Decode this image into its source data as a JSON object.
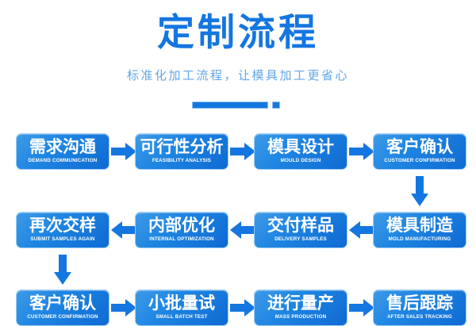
{
  "header": {
    "title": "定制流程",
    "subtitle": "标准化加工流程，让模具加工更省心",
    "accent_color": "#1476e0",
    "subtitle_color": "#5fa6e8",
    "divider": {
      "bar_name": "divider-bar",
      "dot_name": "divider-dot"
    }
  },
  "theme": {
    "box_gradient_start": "#3d9ae8",
    "box_gradient_end": "#0f6ad3",
    "box_border": "#9ecdf2",
    "arrow_color": "#1476e0",
    "background": "#ffffff",
    "text_color": "#ffffff"
  },
  "flow": {
    "rows": [
      {
        "direction": "right",
        "nodes": [
          {
            "cn": "需求沟通",
            "en": "DEMAND COMMUNICATION"
          },
          {
            "cn": "可行性分析",
            "en": "FEASIBILITY ANALYSIS"
          },
          {
            "cn": "模具设计",
            "en": "MOULD DESIGN"
          },
          {
            "cn": "客户确认",
            "en": "CUSTOMER CONFIRMATION"
          }
        ]
      },
      {
        "direction": "left",
        "nodes": [
          {
            "cn": "再次交样",
            "en": "SUBMIT SAMPLES AGAIN"
          },
          {
            "cn": "内部优化",
            "en": "INTERNAL OPTIMIZATION"
          },
          {
            "cn": "交付样品",
            "en": "DELIVERY SAMPLES"
          },
          {
            "cn": "模具制造",
            "en": "MOLD MANUFACTURING"
          }
        ]
      },
      {
        "direction": "right",
        "nodes": [
          {
            "cn": "客户确认",
            "en": "CUSTOMER CONFIRMATION"
          },
          {
            "cn": "小批量试",
            "en": "SMALL BATCH TEST"
          },
          {
            "cn": "进行量产",
            "en": "MASS PRODUCTION"
          },
          {
            "cn": "售后跟踪",
            "en": "AFTER SALES TRACKING"
          }
        ]
      }
    ],
    "connectors": [
      {
        "name": "row1-to-row2-down-arrow",
        "direction": "down",
        "column": 4
      },
      {
        "name": "row2-to-row3-down-arrow",
        "direction": "down",
        "column": 1
      }
    ]
  }
}
